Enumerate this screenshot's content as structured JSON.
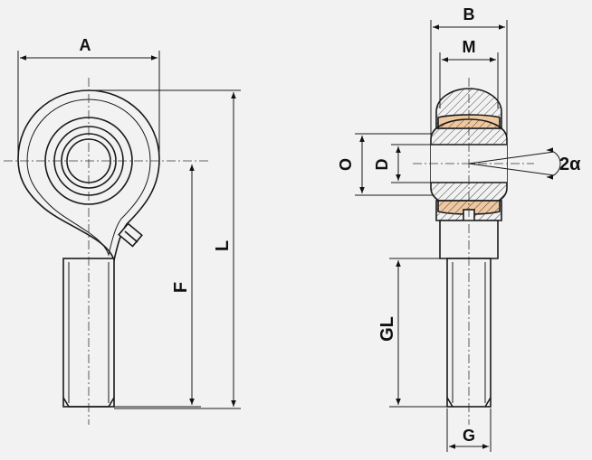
{
  "colors": {
    "background": "#f2f2f2",
    "line": "#1a1a1a",
    "center_line": "#333333",
    "liner": "#f0c8a0",
    "hatch": "#444444"
  },
  "labels": {
    "A": "A",
    "B": "B",
    "M": "M",
    "O": "O",
    "D": "D",
    "two_alpha": "2α",
    "F": "F",
    "L": "L",
    "GL": "GL",
    "G": "G"
  }
}
